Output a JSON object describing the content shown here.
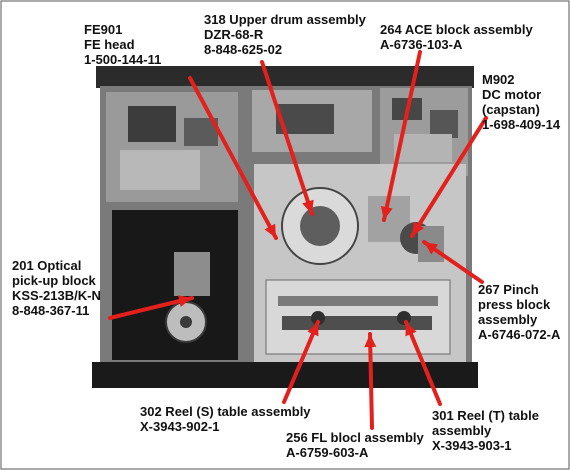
{
  "colors": {
    "arrow": "#e3201b",
    "label_text": "#111111",
    "chassis_dark": "#1a1a1a",
    "chassis_mid": "#6e6e6e",
    "chassis_light": "#bdbdbd"
  },
  "callouts": [
    {
      "id": "fe901",
      "lines": [
        "FE901",
        "FE head",
        "1-500-144-11"
      ]
    },
    {
      "id": "drum",
      "lines": [
        "318 Upper drum assembly",
        "DZR-68-R",
        "8-848-625-02"
      ]
    },
    {
      "id": "ace",
      "lines": [
        "264 ACE block assembly",
        "A-6736-103-A"
      ]
    },
    {
      "id": "m902",
      "lines": [
        "M902",
        "DC motor",
        "(capstan)",
        "1-698-409-14"
      ]
    },
    {
      "id": "optical",
      "lines": [
        "201 Optical",
        "pick-up block",
        "KSS-213B/K-N",
        "8-848-367-11"
      ]
    },
    {
      "id": "pinch",
      "lines": [
        "267 Pinch",
        "press block",
        "assembly",
        "A-6746-072-A"
      ]
    },
    {
      "id": "reel_s",
      "lines": [
        "302 Reel (S) table assembly",
        "X-3943-902-1"
      ]
    },
    {
      "id": "fl",
      "lines": [
        "256 FL blocl assembly",
        "A-6759-603-A"
      ]
    },
    {
      "id": "reel_t",
      "lines": [
        "301 Reel (T) table",
        "assembly",
        "X-3943-903-1"
      ]
    }
  ]
}
